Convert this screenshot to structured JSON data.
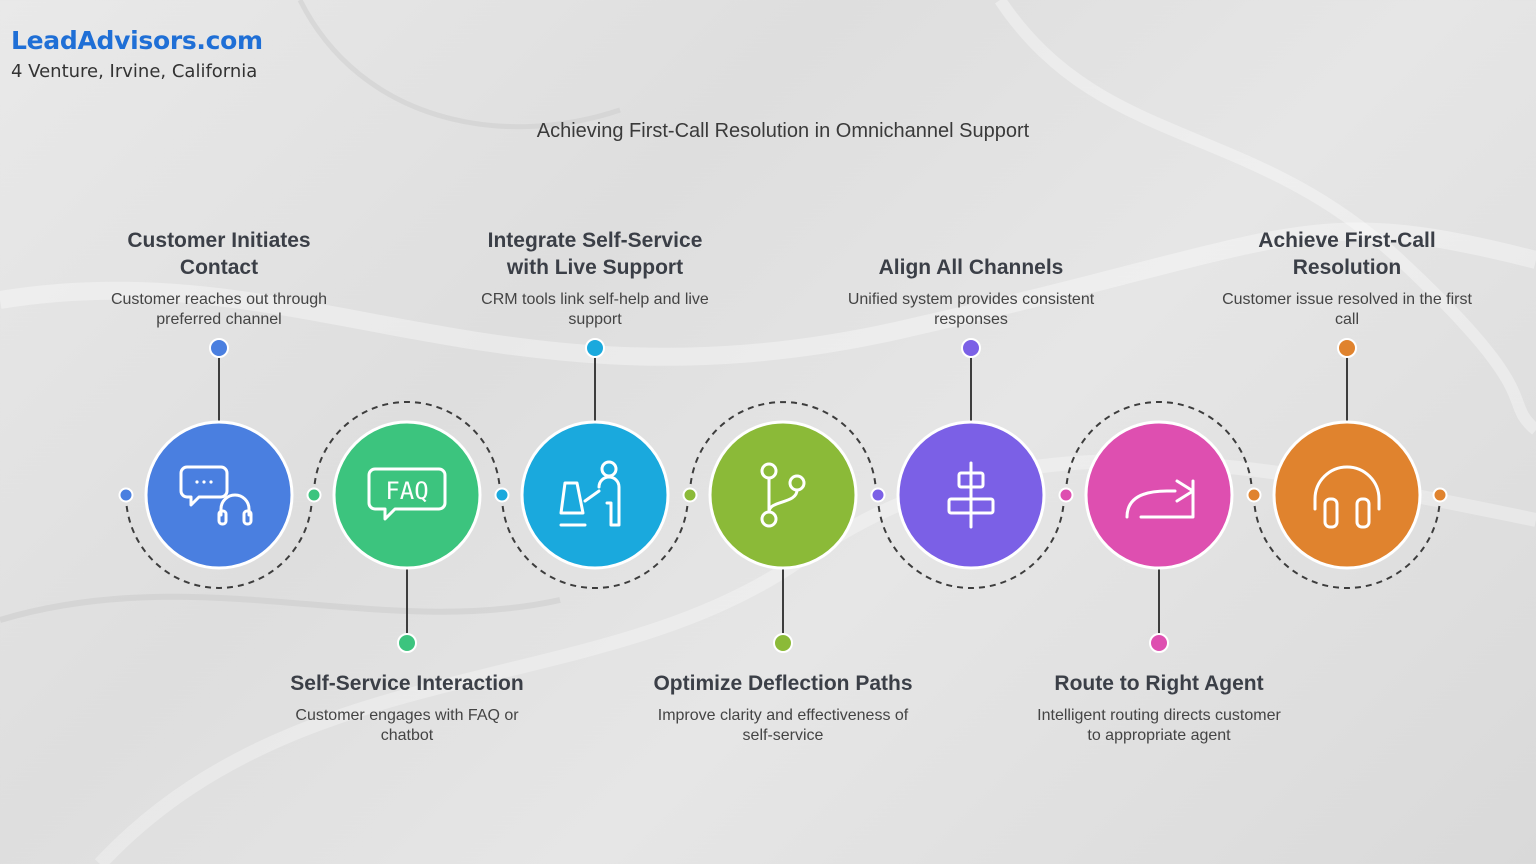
{
  "brand": {
    "name": "LeadAdvisors.com",
    "address": "4 Venture, Irvine, California"
  },
  "title": "Achieving First-Call Resolution in Omnichannel Support",
  "colors": {
    "ink": "#3b3f47",
    "steps": [
      "#4a7fe0",
      "#3cc47e",
      "#1aa9dd",
      "#8bba38",
      "#7b60e6",
      "#de4fb0",
      "#e0832e"
    ]
  },
  "steps": [
    {
      "title": "Customer Initiates Contact",
      "desc": "Customer reaches out through preferred channel",
      "icon": "chat-headset-icon",
      "position": "top"
    },
    {
      "title": "Self-Service Interaction",
      "desc": "Customer engages with FAQ or chatbot",
      "icon": "faq-icon",
      "position": "bottom"
    },
    {
      "title": "Integrate Self-Service with Live Support",
      "desc": "CRM tools link self-help and live support",
      "icon": "person-at-computer-icon",
      "position": "top"
    },
    {
      "title": "Optimize Deflection Paths",
      "desc": "Improve clarity and effectiveness of self-service",
      "icon": "git-branch-icon",
      "position": "bottom"
    },
    {
      "title": "Align All Channels",
      "desc": "Unified system provides consistent responses",
      "icon": "align-center-icon",
      "position": "top"
    },
    {
      "title": "Route to Right Agent",
      "desc": "Intelligent routing directs customer to appropriate agent",
      "icon": "redirect-arrow-icon",
      "position": "bottom"
    },
    {
      "title": "Achieve First-Call Resolution",
      "desc": "Customer issue resolved in the first call",
      "icon": "headphones-icon",
      "position": "top"
    }
  ]
}
